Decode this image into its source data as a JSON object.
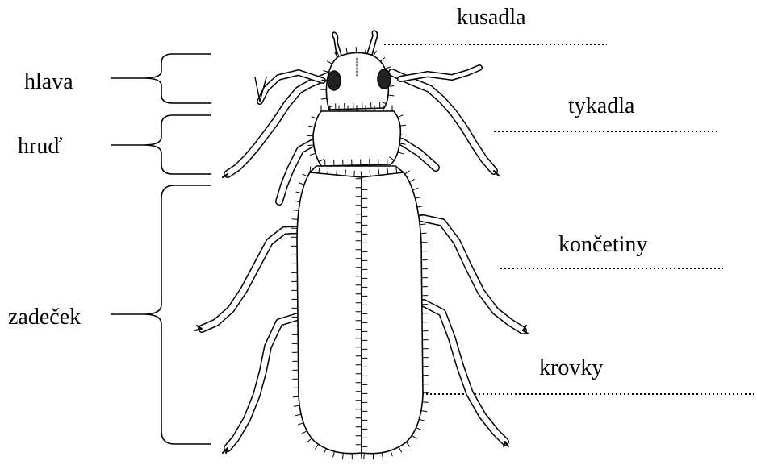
{
  "labels_left": {
    "head": "hlava",
    "thorax": "hruď",
    "abdomen": "zadeček"
  },
  "labels_right": {
    "mandibles": "kusadla",
    "antennae": "tykadla",
    "legs": "končetiny",
    "elytra": "krovky"
  },
  "colors": {
    "ink": "#000000",
    "background": "#ffffff"
  }
}
